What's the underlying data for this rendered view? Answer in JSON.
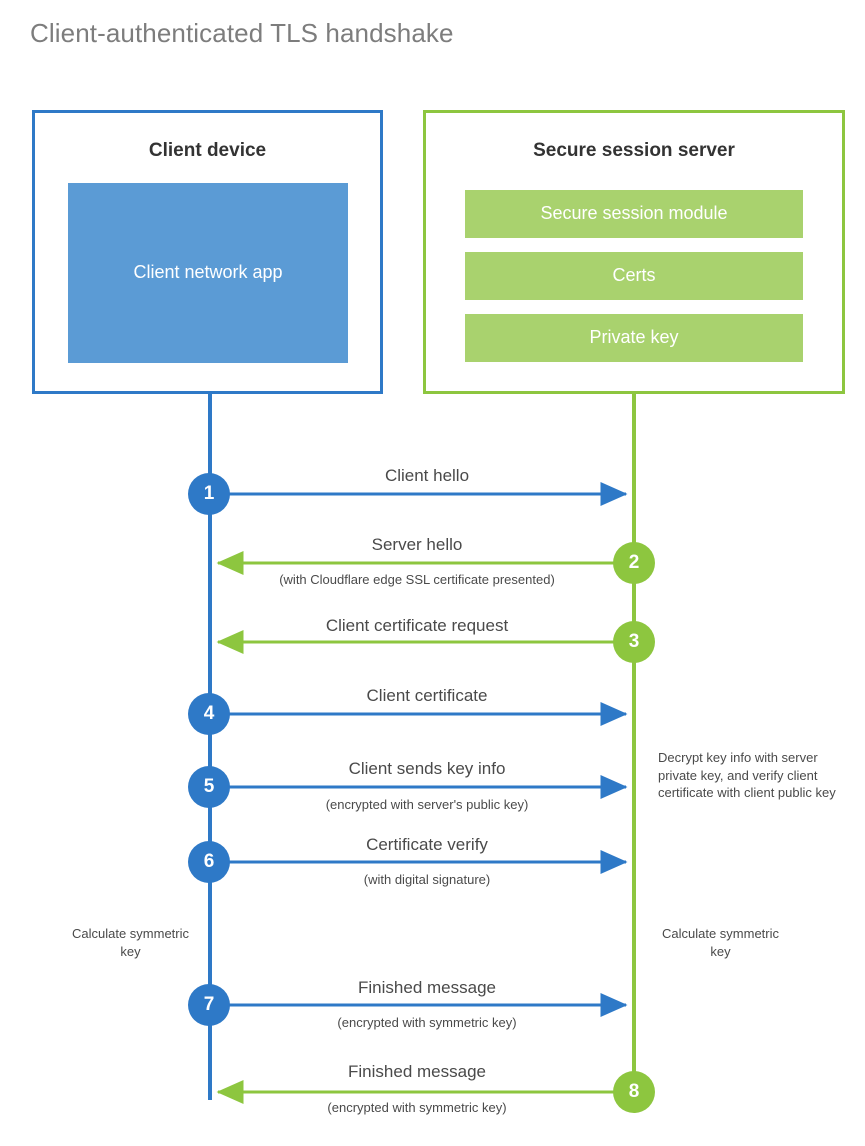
{
  "page": {
    "title": "Client-authenticated TLS handshake"
  },
  "colors": {
    "client_blue": "#2e79c7",
    "client_module_blue": "#5b9bd5",
    "server_green": "#8dc63f",
    "server_module_green": "#a9d26e",
    "text_gray": "#4a4a4a",
    "title_gray": "#7d7d7d"
  },
  "actors": {
    "client": {
      "title": "Client device",
      "modules": [
        {
          "label": "Client network app"
        }
      ]
    },
    "server": {
      "title": "Secure session server",
      "modules": [
        {
          "label": "Secure session module"
        },
        {
          "label": "Certs"
        },
        {
          "label": "Private key"
        }
      ]
    }
  },
  "steps": [
    {
      "number": "1",
      "label": "Client hello",
      "sub": "",
      "direction": "client-to-server",
      "color": "blue"
    },
    {
      "number": "2",
      "label": "Server hello",
      "sub": "(with Cloudflare edge SSL certificate presented)",
      "direction": "server-to-client",
      "color": "green"
    },
    {
      "number": "3",
      "label": "Client certificate request",
      "sub": "",
      "direction": "server-to-client",
      "color": "green"
    },
    {
      "number": "4",
      "label": "Client certificate",
      "sub": "",
      "direction": "client-to-server",
      "color": "blue"
    },
    {
      "number": "5",
      "label": "Client sends key info",
      "sub": "(encrypted with server's public key)",
      "direction": "client-to-server",
      "color": "blue"
    },
    {
      "number": "6",
      "label": "Certificate verify",
      "sub": "(with digital signature)",
      "direction": "client-to-server",
      "color": "blue"
    },
    {
      "number": "7",
      "label": "Finished message",
      "sub": "(encrypted with symmetric key)",
      "direction": "client-to-server",
      "color": "blue"
    },
    {
      "number": "8",
      "label": "Finished message",
      "sub": "(encrypted with symmetric key)",
      "direction": "server-to-client",
      "color": "green"
    }
  ],
  "notes": {
    "server_decrypt": "Decrypt key info with server private key, and verify client certificate with client public key",
    "client_calculate": "Calculate symmetric key",
    "server_calculate": "Calculate symmetric key"
  }
}
